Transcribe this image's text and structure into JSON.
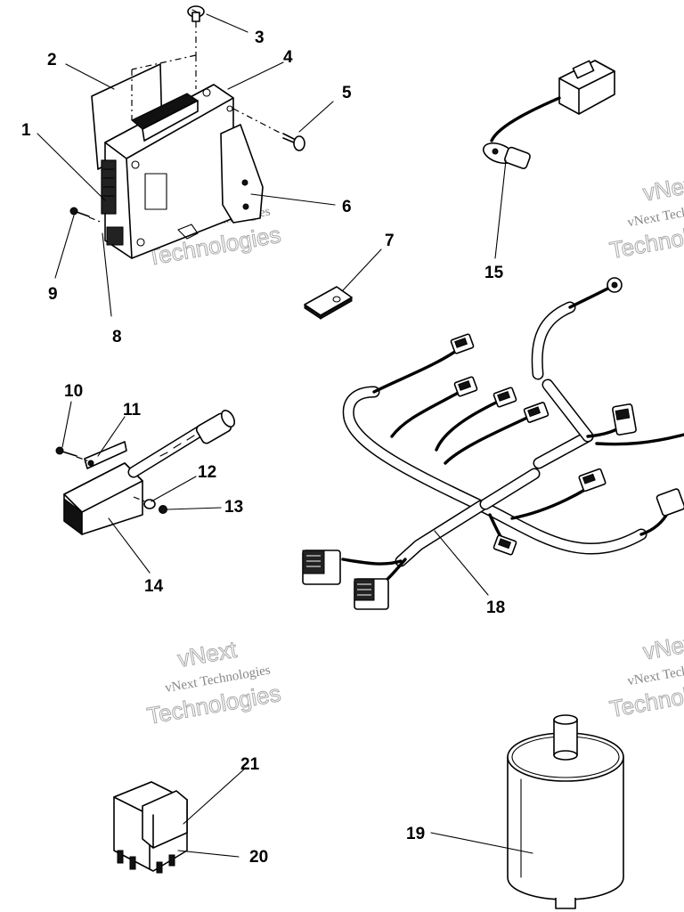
{
  "callouts": [
    {
      "id": "1",
      "text": "1"
    },
    {
      "id": "2",
      "text": "2"
    },
    {
      "id": "3",
      "text": "3"
    },
    {
      "id": "4",
      "text": "4"
    },
    {
      "id": "5",
      "text": "5"
    },
    {
      "id": "6",
      "text": "6"
    },
    {
      "id": "7",
      "text": "7"
    },
    {
      "id": "8",
      "text": "8"
    },
    {
      "id": "9",
      "text": "9"
    },
    {
      "id": "10",
      "text": "10"
    },
    {
      "id": "11",
      "text": "11"
    },
    {
      "id": "12",
      "text": "12"
    },
    {
      "id": "13",
      "text": "13"
    },
    {
      "id": "14",
      "text": "14"
    },
    {
      "id": "15",
      "text": "15"
    },
    {
      "id": "18",
      "text": "18"
    },
    {
      "id": "19",
      "text": "19"
    },
    {
      "id": "20",
      "text": "20"
    },
    {
      "id": "21",
      "text": "21"
    }
  ],
  "watermark": {
    "line1": "vNext Technologies",
    "line2": "Technologies",
    "line3": "vNext"
  }
}
